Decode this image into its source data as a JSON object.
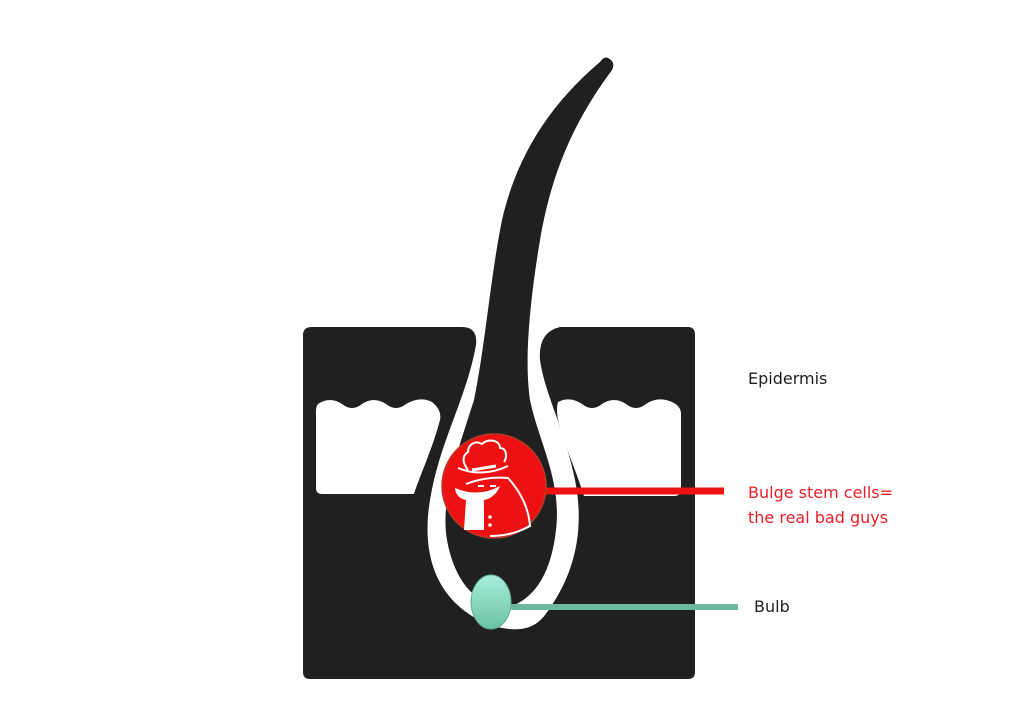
{
  "diagram": {
    "subject": "Hair follicle cross-section",
    "labels": {
      "epidermis": "Epidermis",
      "bulge_line1": "Bulge stem cells=",
      "bulge_line2": "the real bad guys",
      "bulb": "Bulb"
    },
    "icons": {
      "bulge": "spy-figure-icon",
      "bulb": "bulb-oval-icon"
    },
    "colors": {
      "skin": "#202020",
      "background": "#ffffff",
      "bulge": "#ee1111",
      "bulge_leader": "#ee1111",
      "bulb_top": "#a6ecd8",
      "bulb_bottom": "#6fc4a6",
      "bulb_leader": "#6fb89e",
      "text_black": "#1f1f1f",
      "text_red": "#e8202a"
    }
  }
}
